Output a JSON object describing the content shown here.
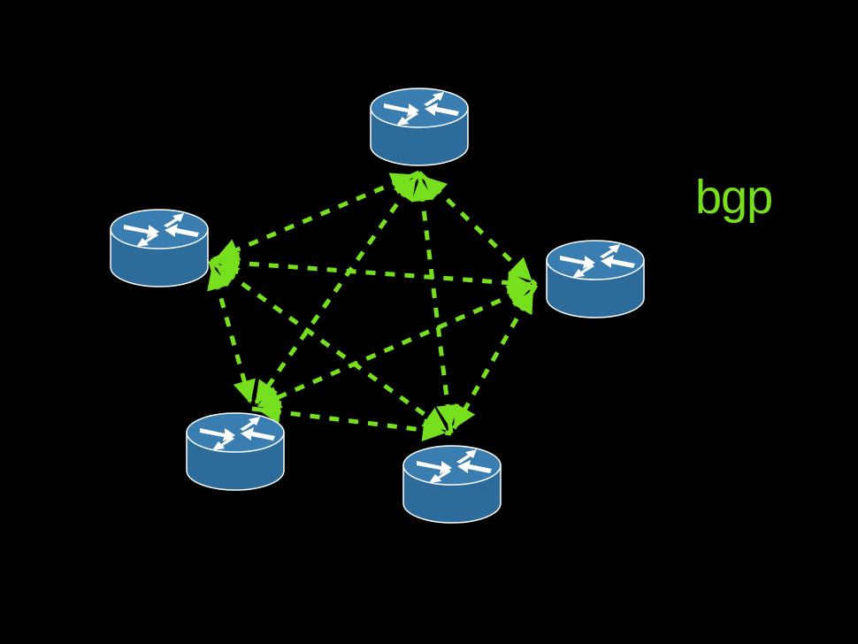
{
  "diagram": {
    "label": "bgp",
    "accent_color": "#77e01e",
    "background_color": "#000000",
    "router_color": "#2d6b9b",
    "router_top_color": "#3a7db0",
    "router_icon": "router-arrows-icon",
    "topology": "full-mesh",
    "nodes": [
      {
        "id": "router-top"
      },
      {
        "id": "router-left"
      },
      {
        "id": "router-right"
      },
      {
        "id": "router-bottom-left"
      },
      {
        "id": "router-bottom-right"
      }
    ],
    "edges": [
      [
        "router-top",
        "router-left"
      ],
      [
        "router-top",
        "router-right"
      ],
      [
        "router-top",
        "router-bottom-left"
      ],
      [
        "router-top",
        "router-bottom-right"
      ],
      [
        "router-left",
        "router-right"
      ],
      [
        "router-left",
        "router-bottom-left"
      ],
      [
        "router-left",
        "router-bottom-right"
      ],
      [
        "router-right",
        "router-bottom-left"
      ],
      [
        "router-right",
        "router-bottom-right"
      ],
      [
        "router-bottom-left",
        "router-bottom-right"
      ]
    ]
  }
}
